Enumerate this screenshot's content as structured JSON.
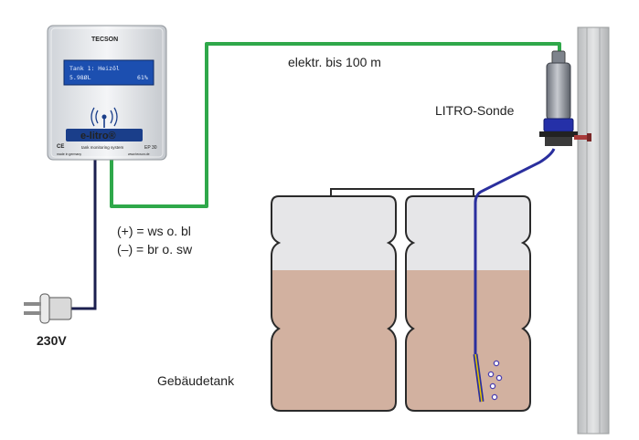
{
  "device": {
    "brand": "TECSON",
    "display_line1": "Tank 1: Heizöl",
    "display_line2_left": "5.98ØL",
    "display_line2_right": "61%",
    "product_name": "e-litro®",
    "subtitle": "tank monitoring system",
    "model": "EP 30",
    "ce_mark": "CE",
    "made_in": "made in germany",
    "website": "www.tecson.de",
    "antenna_icon": "antenna-icon"
  },
  "labels": {
    "cable_label": "elektr. bis 100 m",
    "sensor_label": "LITRO-Sonde",
    "wiring_plus": "(+) = ws o. bl",
    "wiring_minus": "(–) = br o. sw",
    "voltage": "230V",
    "tank_label": "Gebäudetank"
  },
  "colors": {
    "signal_cable": "#2fa84a",
    "power_cable": "#1b1f4f",
    "probe_cable": "#2a2f9e",
    "oil": "#d2b1a0",
    "tank_empty": "#e6e6e8",
    "tank_outline": "#2a2a2a",
    "wall": "#c9cbcd"
  }
}
